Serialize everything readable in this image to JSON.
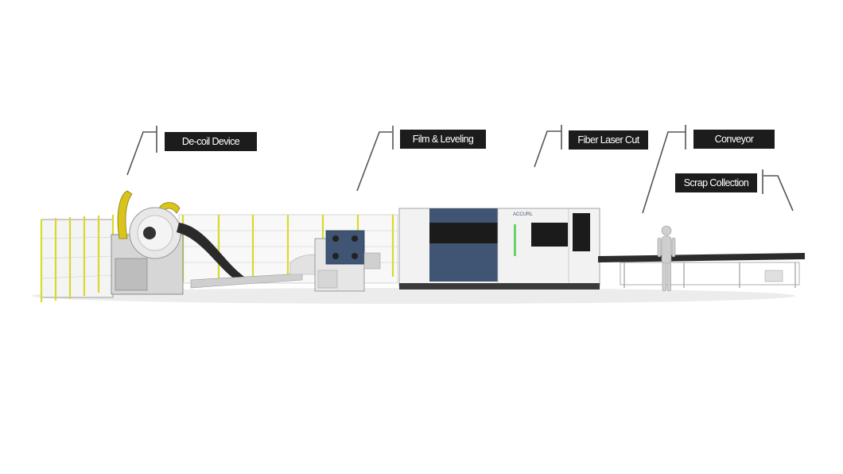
{
  "labels": {
    "decoil": "De-coil Device",
    "film": "Film & Leveling",
    "laser": "Fiber Laser Cut",
    "conveyor": "Conveyor",
    "scrap": "Scrap Collection"
  },
  "brand": {
    "name": "ACCURL",
    "cabinet_blue": "#3f5573",
    "frame_yellow": "#d9d92a",
    "label_bg": "#1c1c1c"
  }
}
